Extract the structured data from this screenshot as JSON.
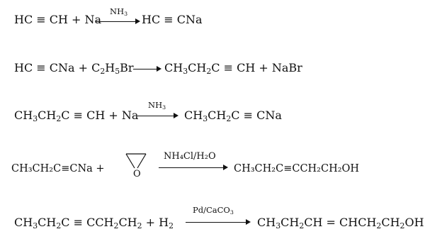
{
  "reactions": [
    {
      "lhs": [
        "HC ≡ CH + Na"
      ],
      "condition": "NH",
      "condition_sub": "3",
      "rhs": [
        "HC ≡ CNa"
      ]
    },
    {
      "lhs": [
        "HC ≡ CNa  + C",
        "2",
        "H",
        "5",
        "Br"
      ],
      "condition": "",
      "rhs": [
        "CH",
        "3",
        "CH",
        "2",
        "C ≡ CH  + NaBr"
      ]
    },
    {
      "lhs": [
        "CH",
        "3",
        "CH",
        "2",
        "C ≡ CH + Na"
      ],
      "condition": "NH",
      "condition_sub": "3",
      "rhs": [
        "CH",
        "3",
        "CH",
        "2",
        "C ≡ CNa"
      ]
    },
    {
      "lhs_text": "CH₃CH₂C≡CNa  +",
      "reagent": "O",
      "condition": "NH₄Cl/H₂O",
      "rhs_text": "CH₃CH₂C≡CCH₂CH₂OH"
    },
    {
      "lhs": [
        "CH",
        "3",
        "CH",
        "2",
        "C ≡ CCH",
        "2",
        "CH",
        "2",
        "  + H",
        "2"
      ],
      "condition": "Pd/CaCO",
      "condition_sub": "3",
      "rhs": [
        "CH",
        "3",
        "CH",
        "2",
        "CH = CHCH",
        "2",
        "CH",
        "2",
        "OH"
      ]
    }
  ]
}
